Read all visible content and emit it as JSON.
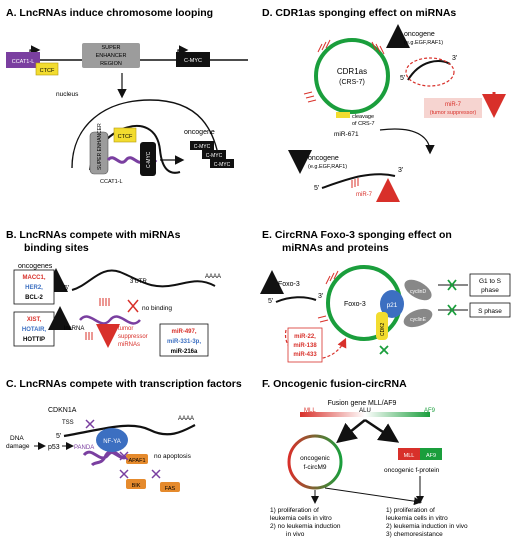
{
  "colors": {
    "red": "#d8302a",
    "green": "#1a9e3c",
    "purple": "#7a3fa0",
    "blue": "#3c6fc1",
    "yellow": "#f2dc2f",
    "orange": "#e58a2c",
    "grey": "#9c9c9c",
    "black": "#111111"
  },
  "panelA": {
    "title": "A. LncRNAs induce chromosome looping",
    "ccat1": "CCAT1-L",
    "ctcf": "CTCF",
    "super1": "SUPER",
    "super2": "ENHANCER",
    "super3": "REGION",
    "cmyc": "C-MYC",
    "nucleus": "nucleus",
    "super_in": "SUPER ENHANCER",
    "oncogene": "oncogene",
    "ccat1_lower": "CCAT1-L"
  },
  "panelB": {
    "title1": "B.  LncRNAs compete with miRNAs",
    "title2": "binding sites",
    "oncogenes": "oncogenes",
    "onco_genes": [
      "MACC1,",
      "HER2,",
      "BCL-2"
    ],
    "lnc_genes": [
      "XIST,",
      "HOTAIR,",
      "HOTTIP"
    ],
    "lncrna": "lncRNA",
    "utr": "3'UTR",
    "aaaa": "AAAA",
    "five": "5'",
    "no_binding": "no binding",
    "tsm1": "tumor",
    "tsm2": "suppressor",
    "tsm3": "miRNAs",
    "mirs": [
      "miR-497,",
      "miR-331-3p,",
      "miR-216a"
    ]
  },
  "panelC": {
    "title": "C. LncRNAs compete with transcription factors",
    "cdkn1a": "CDKN1A",
    "tss": "TSS",
    "five": "5'",
    "aaaa": "AAAA",
    "dna1": "DNA",
    "dna2": "damage",
    "p53": "p53",
    "panda": "PANDA",
    "nfya": "NF-YA",
    "apaf1": "APAF1",
    "bik": "BIK",
    "fas": "FAS",
    "no_apop": "no apoptosis"
  },
  "panelD": {
    "title": "D. CDR1as sponging effect on miRNAs",
    "onco1": "oncogene",
    "onco1_sub": "(e.g.EGF,RAF1)",
    "cdr1": "CDR1as",
    "cdr2": "(CRS-7)",
    "mir7": "miR-7",
    "mir7_sub": "(tumor suppressor)",
    "cleave1": "cleavage",
    "cleave2": "of CRS-7",
    "mir671": "miR-671",
    "onco2": "oncogene",
    "onco2_sub": "(e.g.EGF,RAF1)",
    "mir7_b": "miR-7",
    "five": "5'",
    "three": "3'"
  },
  "panelE": {
    "title1": "E.  CircRNA Foxo-3 sponging effect on",
    "title2": "miRNAs and proteins",
    "foxo3": "Foxo-3",
    "foxo3_circ": "Foxo-3",
    "p21": "p21",
    "cdk2": "CDK2",
    "cycd": "cyclinD",
    "cyce": "cyclinE",
    "g1s1": "G1 to S",
    "g1s2": "phase",
    "sphase": "S phase",
    "mirs": [
      "miR-22,",
      "miR-138",
      "miR-433"
    ],
    "five": "5'",
    "three": "3'"
  },
  "panelF": {
    "title": "F.  Oncogenic fusion-circRNA",
    "fusion": "Fusion gene MLL/AF9",
    "mll": "MLL",
    "alu": "ALU",
    "af9": "AF9",
    "circ1": "oncogenic",
    "circ2": "f-circM9",
    "prot": "oncogenic f-protein",
    "mll_box": "MLL",
    "af9_box": "AF9",
    "left": [
      "1) proliferation of",
      "leukemia cells in vitro",
      "2) no leukemia induction",
      "in vivo"
    ],
    "right": [
      "1) proliferation of",
      "leukemia cells in vitro",
      "2) leukemia induction in vivo",
      "3) chemoresistance"
    ]
  }
}
